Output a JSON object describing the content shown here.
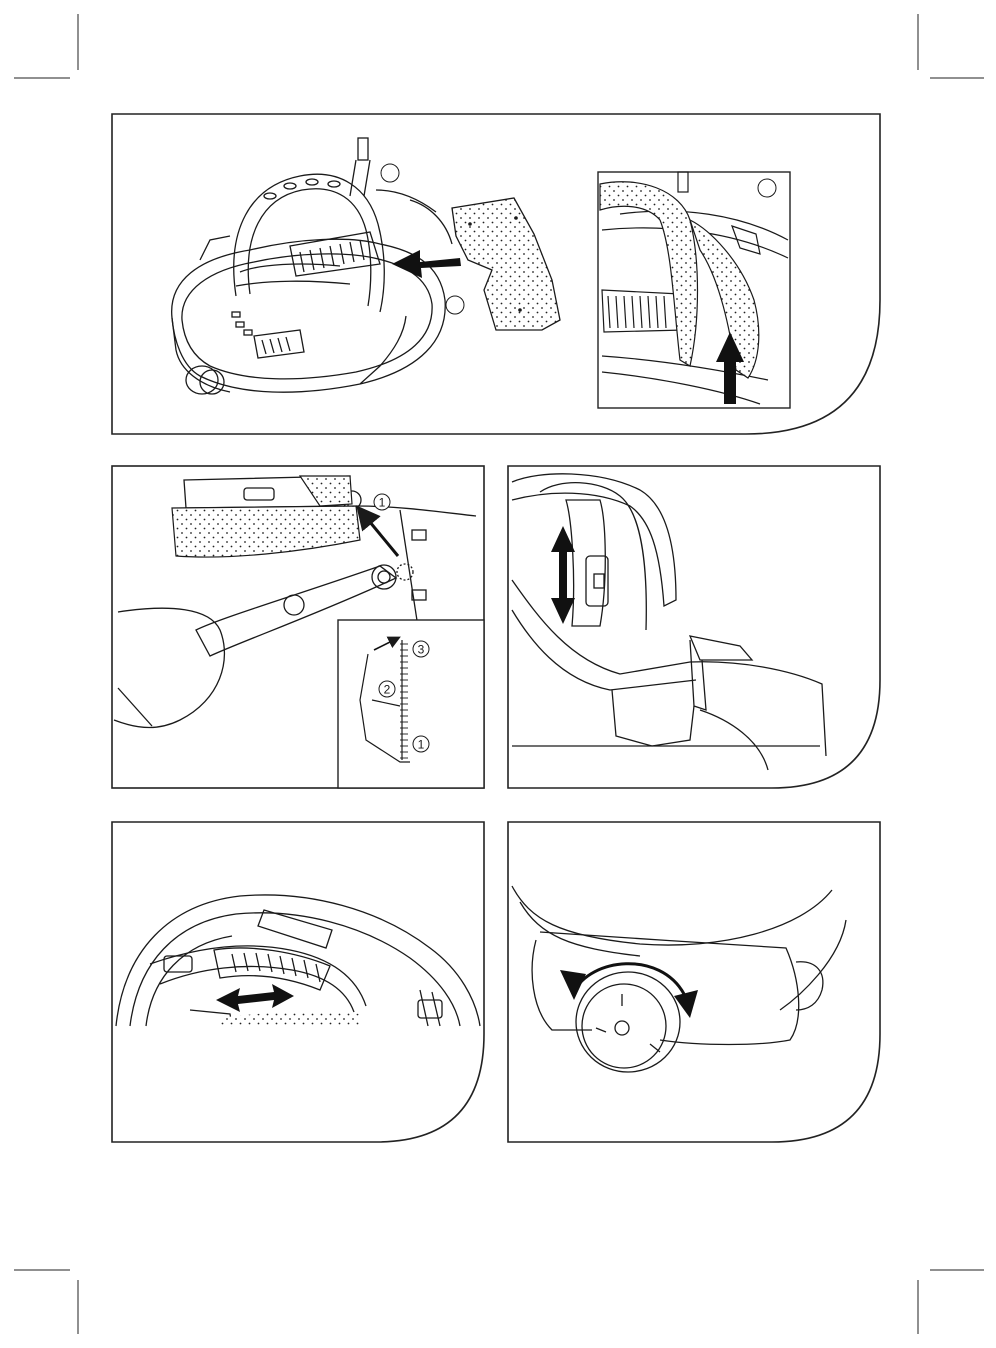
{
  "document": {
    "type": "instruction-manual-illustration-page",
    "panels": [
      {
        "id": "panel-1",
        "callouts": [
          "",
          ""
        ]
      },
      {
        "id": "panel-1b",
        "callouts": [
          ""
        ]
      },
      {
        "id": "panel-2",
        "callouts": [
          "1"
        ],
        "inset_callouts": [
          "3",
          "2",
          "1"
        ]
      },
      {
        "id": "panel-3",
        "callouts": []
      },
      {
        "id": "panel-4",
        "callouts": []
      },
      {
        "id": "panel-5",
        "callouts": []
      }
    ],
    "colors": {
      "line": "#1a1a1a",
      "background": "#ffffff",
      "frame": "#222222"
    }
  }
}
